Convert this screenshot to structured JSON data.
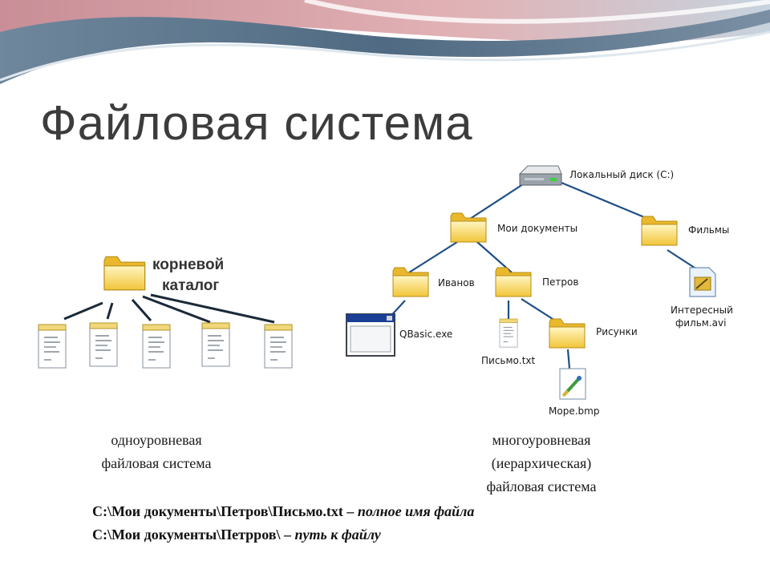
{
  "slide": {
    "title": "Файловая система",
    "colors": {
      "banner_dark": "#5a7389",
      "banner_mid": "#8ea6bb",
      "banner_pink": "#d9a0a6",
      "folder": "#f6d04d",
      "link": "#1f4f86"
    }
  },
  "single_level": {
    "root_label_line1": "корневой",
    "root_label_line2": "каталог",
    "root_icon": "folder-icon",
    "file_icon": "document-icon",
    "file_count": 5,
    "caption_line1": "одноуровневая",
    "caption_line2": "файловая система"
  },
  "multi_level": {
    "disk_label": "Локальный диск (C:)",
    "disk_icon": "hard-drive-icon",
    "nodes": {
      "my_documents": "Мои документы",
      "films": "Фильмы",
      "ivanov": "Иванов",
      "petrov": "Петров",
      "qbasic": "QBasic.exe",
      "letter": "Письмо.txt",
      "pictures": "Рисунки",
      "sea": "Море.bmp",
      "movie_line1": "Интересный",
      "movie_line2": "фильм.avi"
    },
    "caption_line1": "многоуровневая",
    "caption_line2": "(иерархическая)",
    "caption_line3": "файловая система"
  },
  "paths": {
    "full_path": "C:\\Мои документы\\Петров\\Письмо.txt",
    "full_sep": " – ",
    "full_desc": "полное имя файла",
    "dir_path": "C:\\Мои документы\\Петрров\\",
    "dir_sep": " – ",
    "dir_desc": "путь к файлу"
  }
}
